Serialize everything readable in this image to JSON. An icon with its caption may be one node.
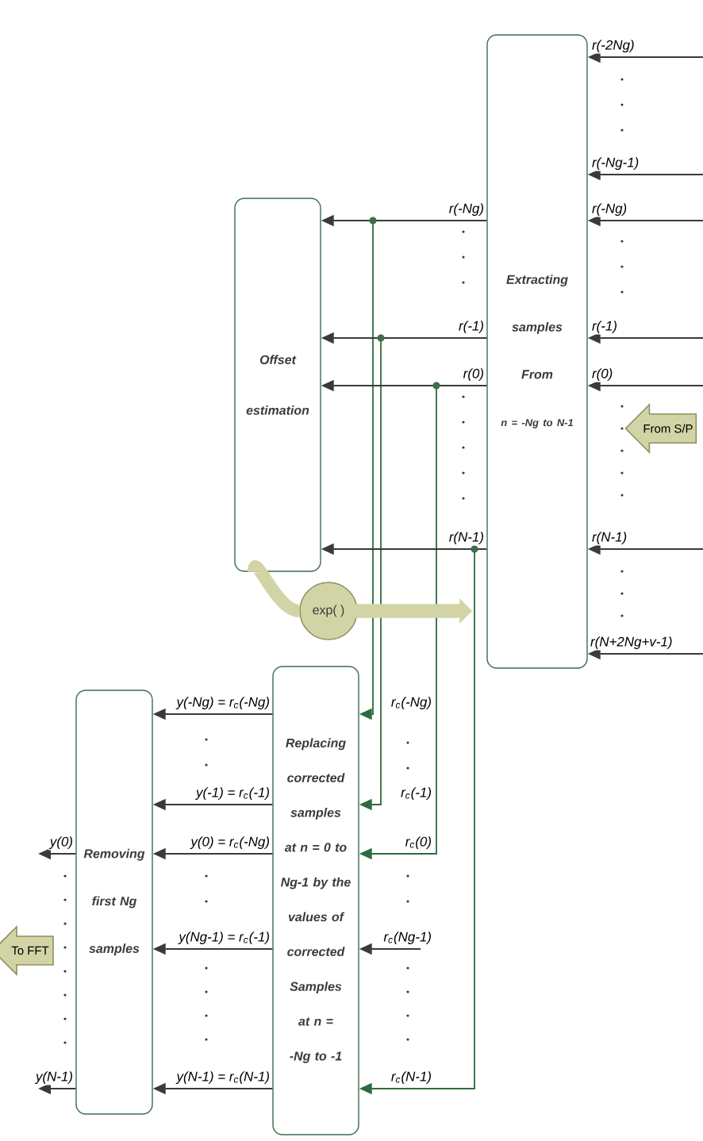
{
  "diagram": {
    "nodes": [
      {
        "text": [
          "Extracting samples From",
          "n = -Ng to N-1"
        ]
      },
      {
        "text": [
          "Offset estimation"
        ]
      },
      {
        "text": [
          "exp( )"
        ]
      },
      {
        "text": [
          "Replacing corrected samples at n = 0 to Ng-1 by the values of corrected Samples at n = -Ng to -1"
        ]
      },
      {
        "text": [
          "Removing first Ng samples"
        ]
      },
      {
        "text": [
          "From S/P"
        ]
      },
      {
        "text": [
          "To FFT"
        ]
      }
    ],
    "edges": [
      {
        "from": null,
        "to": 0,
        "arrow": "to",
        "label": "r(-2Ng)"
      },
      {
        "from": null,
        "to": 0,
        "arrow": "to",
        "label": "r(-Ng-1)"
      },
      {
        "from": null,
        "to": 0,
        "arrow": "to",
        "label": "r(-Ng)"
      },
      {
        "from": null,
        "to": 0,
        "arrow": "to",
        "label": "r(-1)"
      },
      {
        "from": null,
        "to": 0,
        "arrow": "to",
        "label": "r(0)"
      },
      {
        "from": null,
        "to": 0,
        "arrow": "to",
        "label": "r(N-1)"
      },
      {
        "from": null,
        "to": 0,
        "arrow": "to",
        "label": "r(N+2Ng+v-1)"
      },
      {
        "from": 0,
        "to": 1,
        "arrow": "to",
        "label": "r(-Ng)"
      },
      {
        "from": 0,
        "to": 1,
        "arrow": "to",
        "label": "r(-1)"
      },
      {
        "from": 0,
        "to": 1,
        "arrow": "to",
        "label": "r(0)"
      },
      {
        "from": 0,
        "to": 1,
        "arrow": "to",
        "label": "r(N-1)"
      },
      {
        "from": 0,
        "to": 3,
        "arrow": "to",
        "label": "r$_{c}$(-Ng)",
        "color": "#2e6b3f"
      },
      {
        "from": 0,
        "to": 3,
        "arrow": "to",
        "label": "r$_{c}$(-1)",
        "color": "#2e6b3f"
      },
      {
        "from": 0,
        "to": 3,
        "arrow": "to",
        "label": "r$_{c}$(0)",
        "color": "#2e6b3f"
      },
      {
        "from": null,
        "to": 3,
        "arrow": "to",
        "label": "r$_{c}$(Ng-1)"
      },
      {
        "from": 0,
        "to": 3,
        "arrow": "to",
        "label": "r$_{c}$(N-1)",
        "color": "#2e6b3f"
      },
      {
        "from": 1,
        "to": 2,
        "arrow": "none",
        "style": "thick",
        "color": "#d2d4a5"
      },
      {
        "from": 2,
        "to": null,
        "arrow": "to",
        "style": "thick",
        "color": "#d2d4a5"
      },
      {
        "from": 3,
        "to": 4,
        "arrow": "to",
        "label": "y(-Ng) = r$_{c}$(-Ng)"
      },
      {
        "from": 3,
        "to": 4,
        "arrow": "to",
        "label": "y(-1) = r$_{c}$(-1)"
      },
      {
        "from": 3,
        "to": 4,
        "arrow": "to",
        "label": "y(0) = r$_{c}$(-Ng)"
      },
      {
        "from": 3,
        "to": 4,
        "arrow": "to",
        "label": "y(Ng-1) = r$_{c}$(-1)"
      },
      {
        "from": 3,
        "to": 4,
        "arrow": "to",
        "label": "y(N-1) = r$_{c}$(N-1)"
      },
      {
        "from": 4,
        "to": null,
        "arrow": "to",
        "label": "y(0)"
      },
      {
        "from": 4,
        "to": null,
        "arrow": "to",
        "label": "y(N-1)"
      }
    ]
  }
}
